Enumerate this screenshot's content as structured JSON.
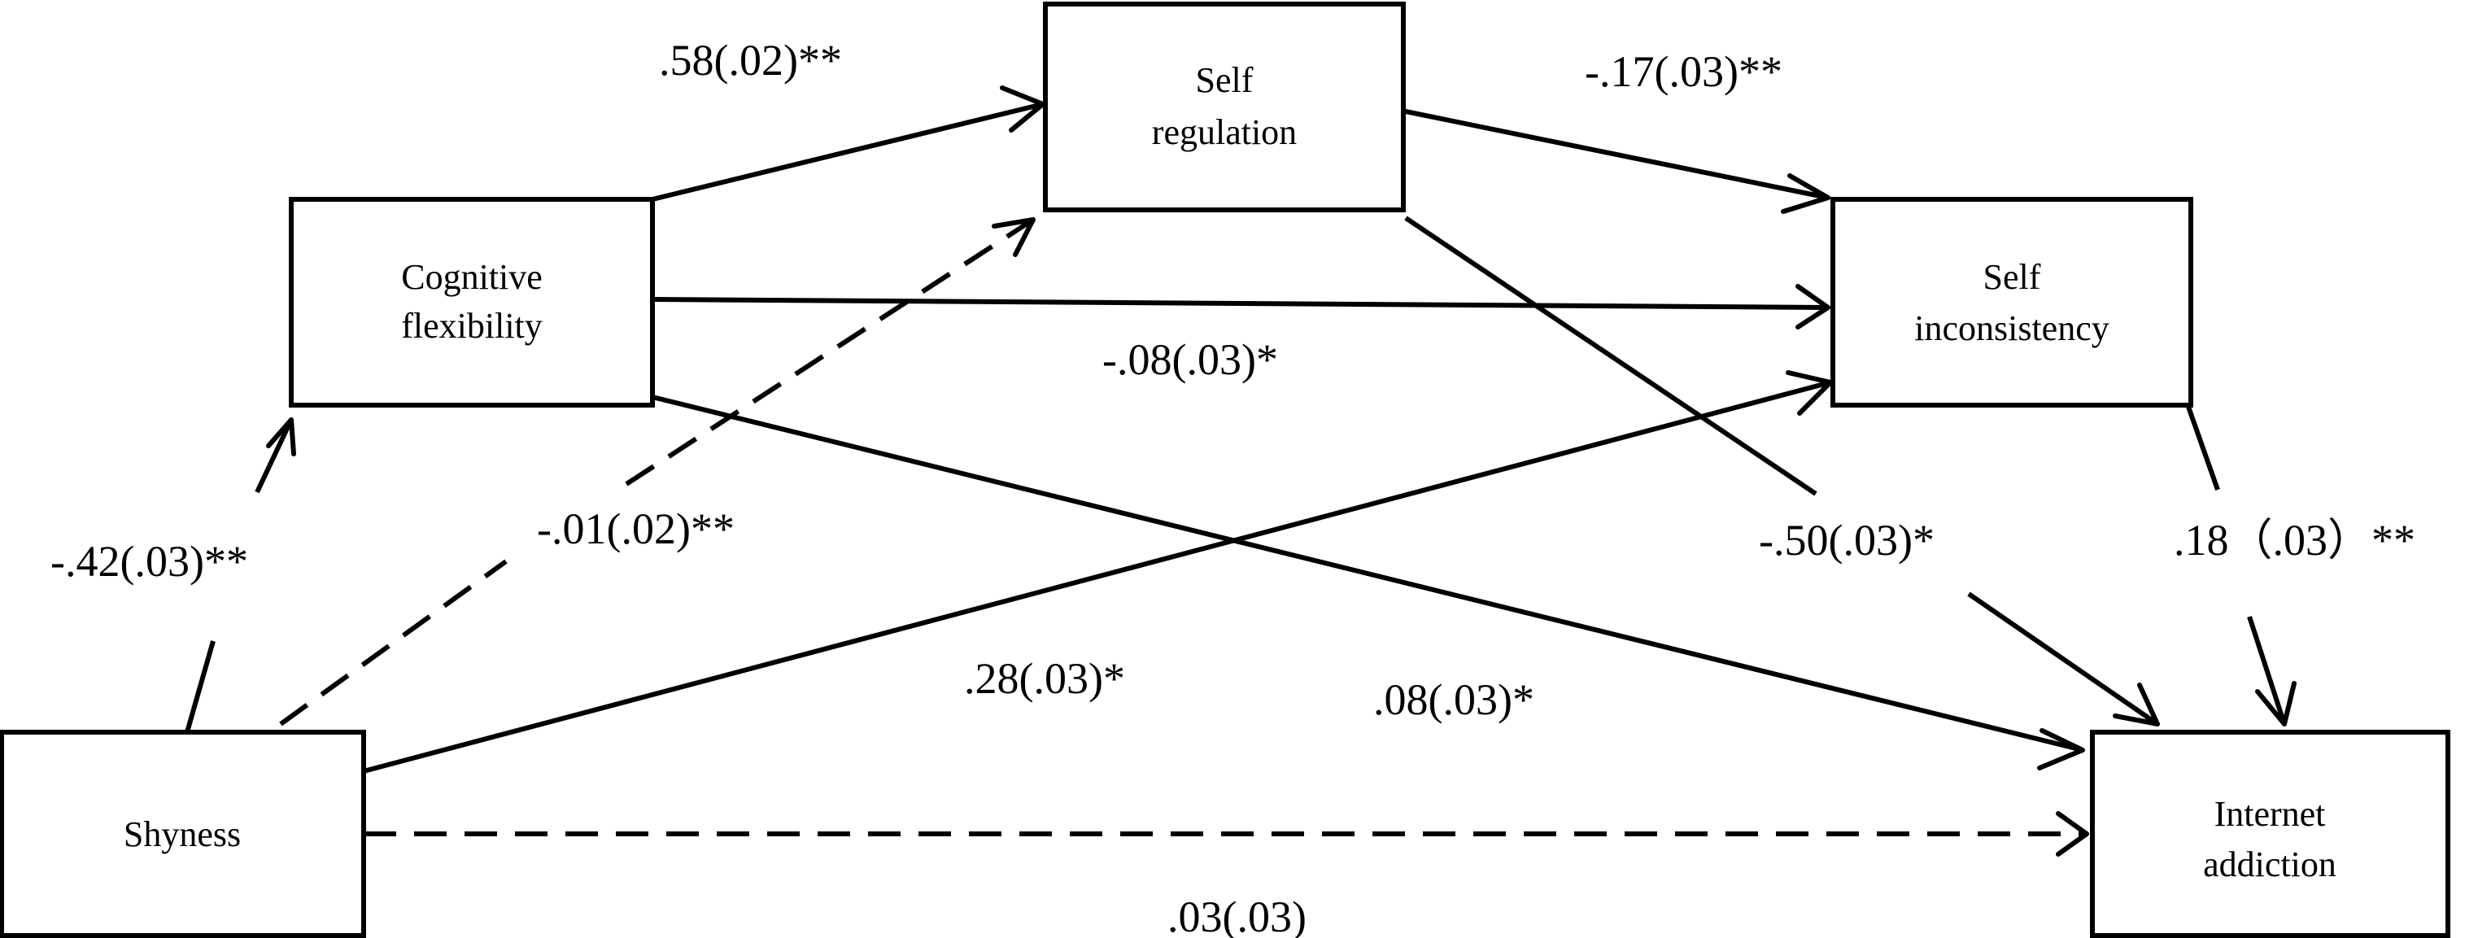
{
  "nodes": {
    "shyness": {
      "lines": [
        "Shyness"
      ]
    },
    "cognitive_flexibility": {
      "lines": [
        "Cognitive",
        "flexibility"
      ]
    },
    "self_regulation": {
      "lines": [
        "Self",
        "regulation"
      ]
    },
    "self_inconsistency": {
      "lines": [
        "Self",
        "inconsistency"
      ]
    },
    "internet_addiction": {
      "lines": [
        "Internet",
        "addiction"
      ]
    }
  },
  "paths": {
    "shy_to_cf": {
      "coefficient": "-.42(.03)**",
      "style": "solid"
    },
    "shy_to_sr": {
      "coefficient": "-.01(.02)**",
      "style": "dashed"
    },
    "shy_to_si": {
      "coefficient": ".28(.03)*",
      "style": "solid"
    },
    "shy_to_ia": {
      "coefficient": ".03(.03)",
      "style": "dashed"
    },
    "cf_to_sr": {
      "coefficient": ".58(.02)**",
      "style": "solid"
    },
    "cf_to_si": {
      "coefficient": "-.08(.03)*",
      "style": "solid"
    },
    "cf_to_ia": {
      "coefficient": ".08(.03)*",
      "style": "solid"
    },
    "sr_to_si": {
      "coefficient": "-.17(.03)**",
      "style": "solid"
    },
    "sr_to_ia": {
      "coefficient": "-.50(.03)*",
      "style": "solid"
    },
    "si_to_ia": {
      "coefficient": ".18（.03）**",
      "style": "solid"
    }
  },
  "colors": {
    "stroke": "#000000",
    "background": "#ffffff"
  }
}
